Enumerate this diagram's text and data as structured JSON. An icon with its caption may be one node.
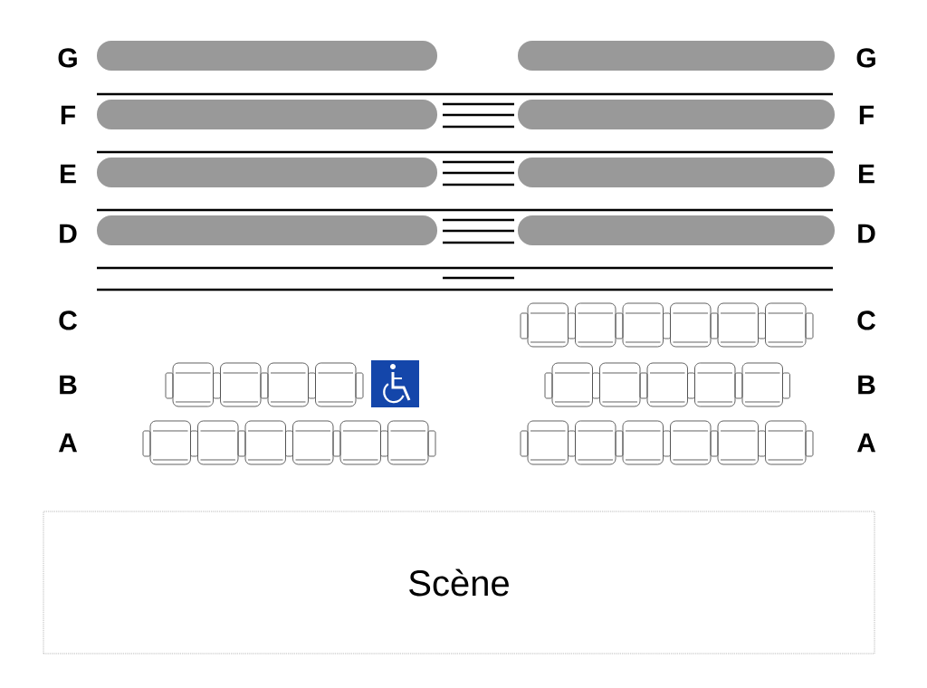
{
  "diagram": {
    "nodes": [
      {
        "text": [],
        "shape": "bar"
      },
      {
        "text": [],
        "shape": "bar"
      },
      {
        "text": [],
        "shape": "bar"
      },
      {
        "text": [],
        "shape": "bar"
      },
      {
        "text": [],
        "shape": "bar"
      },
      {
        "text": [],
        "shape": "bar"
      },
      {
        "text": [],
        "shape": "bar"
      },
      {
        "text": [],
        "shape": "bar"
      },
      {
        "text": [
          "Scène"
        ]
      }
    ],
    "labels": [
      "G",
      "G",
      "F",
      "F",
      "E",
      "E",
      "D",
      "D",
      "C",
      "C",
      "B",
      "B",
      "A",
      "A"
    ]
  }
}
